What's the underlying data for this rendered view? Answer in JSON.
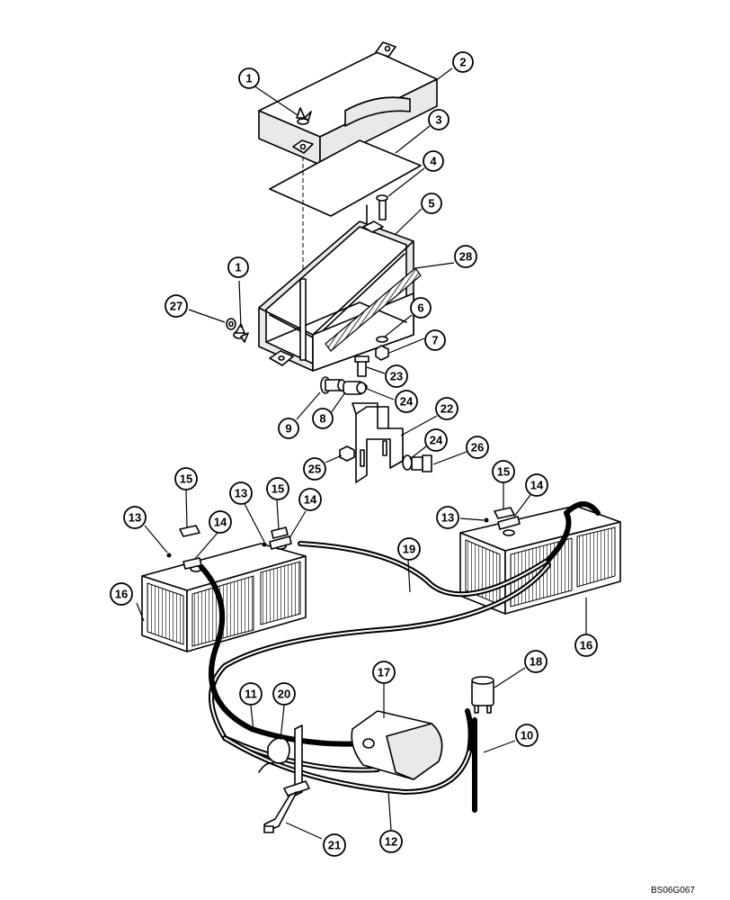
{
  "callouts": [
    {
      "label": "1"
    },
    {
      "label": "2"
    },
    {
      "label": "3"
    },
    {
      "label": "4"
    },
    {
      "label": "5"
    },
    {
      "label": "28"
    },
    {
      "label": "1"
    },
    {
      "label": "27"
    },
    {
      "label": "6"
    },
    {
      "label": "7"
    },
    {
      "label": "23"
    },
    {
      "label": "24"
    },
    {
      "label": "8"
    },
    {
      "label": "9"
    },
    {
      "label": "22"
    },
    {
      "label": "24"
    },
    {
      "label": "26"
    },
    {
      "label": "25"
    },
    {
      "label": "15"
    },
    {
      "label": "13"
    },
    {
      "label": "15"
    },
    {
      "label": "14"
    },
    {
      "label": "13"
    },
    {
      "label": "14"
    },
    {
      "label": "16"
    },
    {
      "label": "19"
    },
    {
      "label": "15"
    },
    {
      "label": "14"
    },
    {
      "label": "13"
    },
    {
      "label": "16"
    },
    {
      "label": "17"
    },
    {
      "label": "18"
    },
    {
      "label": "11"
    },
    {
      "label": "20"
    },
    {
      "label": "10"
    },
    {
      "label": "12"
    },
    {
      "label": "21"
    }
  ],
  "drawing_code": "BS06G067"
}
